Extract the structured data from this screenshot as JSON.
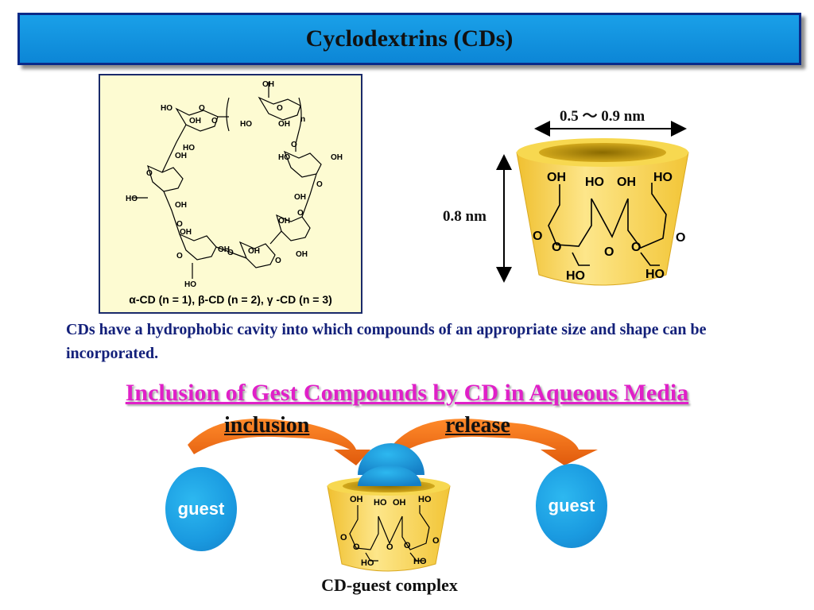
{
  "title": "Cyclodextrins (CDs)",
  "structure": {
    "caption": "α-CD (n = 1), β-CD (n = 2), γ -CD (n = 3)",
    "subscript_n": "n"
  },
  "cup_diagram": {
    "width_label": "0.5 〜 0.9 nm",
    "height_label": "0.8 nm"
  },
  "description": "CDs have a hydrophobic cavity into which compounds of an appropriate size and shape can be incorporated.",
  "inclusion_title": "Inclusion of Gest Compounds by CD in Aqueous Media",
  "arrows": {
    "inclusion_label": "inclusion",
    "release_label": "release"
  },
  "guest_left_label": "guest",
  "guest_right_label": "guest",
  "complex_label": "CD-guest complex",
  "colors": {
    "title_bar": "#1aa0e8",
    "cup": "#f5d44a",
    "arrow": "#f07018",
    "guest": "#1a9ae0",
    "heading_pink": "#e020c8",
    "description_navy": "#13207a"
  }
}
